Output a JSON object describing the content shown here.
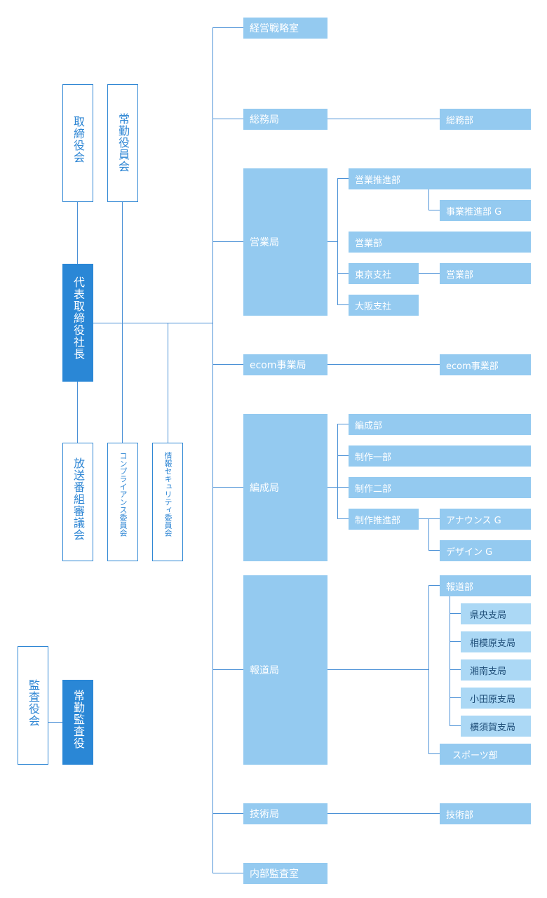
{
  "board": {
    "directors": "取締役会",
    "executive_directors": "常勤役員会",
    "president": "代表取締役社長",
    "broadcast_council": "放送番組審議会",
    "compliance_committee": "コンプライアンス委員会",
    "infosec_committee": "情報セキュリティ委員会",
    "auditors_board": "監査役会",
    "standing_auditor": "常勤監査役"
  },
  "bureaus": {
    "strategy": {
      "name": "経営戦略室"
    },
    "general_affairs": {
      "name": "総務局",
      "dept": "総務部"
    },
    "sales": {
      "name": "営業局",
      "promotion": "営業推進部",
      "business_promotion_g": "事業推進部 G",
      "sales_dept": "営業部",
      "tokyo_branch": "東京支社",
      "tokyo_sales": "営業部",
      "osaka_branch": "大阪支社"
    },
    "ecom": {
      "name": "ecom事業局",
      "dept": "ecom事業部"
    },
    "programming": {
      "name": "編成局",
      "programming_dept": "編成部",
      "production1": "制作一部",
      "production2": "制作二部",
      "production_promotion": "制作推進部",
      "announce_g": "アナウンス G",
      "design_g": "デザイン G"
    },
    "news": {
      "name": "報道局",
      "news_dept": "報道部",
      "branches": [
        "県央支局",
        "相模原支局",
        "湘南支局",
        "小田原支局",
        "横須賀支局"
      ],
      "sports": "スポーツ部"
    },
    "technology": {
      "name": "技術局",
      "dept": "技術部"
    },
    "internal_audit": {
      "name": "内部監査室"
    }
  }
}
